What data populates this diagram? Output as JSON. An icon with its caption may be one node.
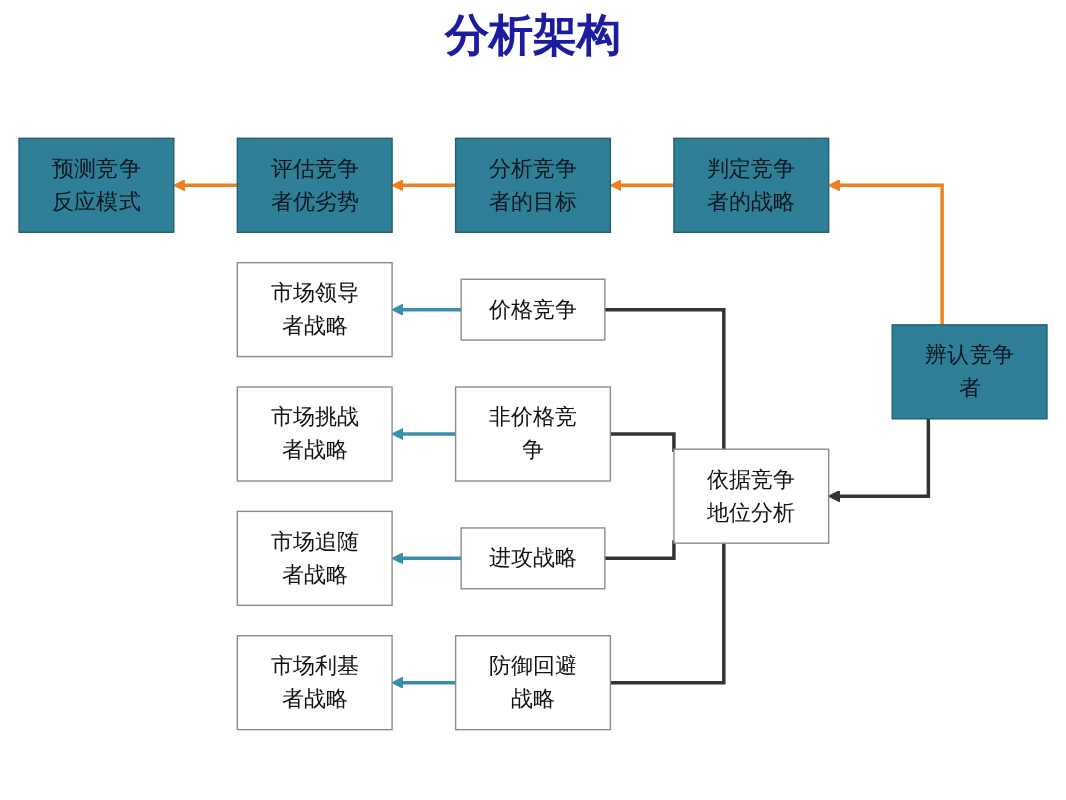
{
  "diagram": {
    "title": "分析架构",
    "nodes": [
      {
        "text": [
          "辨认竞争者"
        ]
      },
      {
        "text": [
          "判定竞争者的战略"
        ]
      },
      {
        "text": [
          "分析竞争者的目标"
        ]
      },
      {
        "text": [
          "评估竞争者优劣势"
        ]
      },
      {
        "text": [
          "预测竞争反应模式"
        ]
      },
      {
        "text": [
          "依据竞争地位分析"
        ]
      },
      {
        "text": [
          "价格竞争"
        ]
      },
      {
        "text": [
          "非价格竞争"
        ]
      },
      {
        "text": [
          "进攻战略"
        ]
      },
      {
        "text": [
          "防御回避战略"
        ]
      },
      {
        "text": [
          "市场领导者战略"
        ]
      },
      {
        "text": [
          "市场挑战者战略"
        ]
      },
      {
        "text": [
          "市场追随者战略"
        ]
      },
      {
        "text": [
          "市场利基者战略"
        ]
      }
    ],
    "edges": [
      {
        "from": 0,
        "to": 1,
        "arrow": "to",
        "color": "#f0801e"
      },
      {
        "from": 1,
        "to": 2,
        "arrow": "to",
        "color": "#f0801e"
      },
      {
        "from": 2,
        "to": 3,
        "arrow": "to",
        "color": "#f0801e"
      },
      {
        "from": 3,
        "to": 4,
        "arrow": "to",
        "color": "#f0801e"
      },
      {
        "from": 0,
        "to": 5,
        "arrow": "to"
      },
      {
        "from": 5,
        "to": 6,
        "arrow": "none"
      },
      {
        "from": 5,
        "to": 7,
        "arrow": "none"
      },
      {
        "from": 5,
        "to": 8,
        "arrow": "none"
      },
      {
        "from": 5,
        "to": 9,
        "arrow": "none"
      },
      {
        "from": 6,
        "to": 10,
        "arrow": "to",
        "color": "#3a8fa8"
      },
      {
        "from": 7,
        "to": 11,
        "arrow": "to",
        "color": "#3a8fa8"
      },
      {
        "from": 8,
        "to": 12,
        "arrow": "to",
        "color": "#3a8fa8"
      },
      {
        "from": 9,
        "to": 13,
        "arrow": "to",
        "color": "#3a8fa8"
      }
    ]
  }
}
